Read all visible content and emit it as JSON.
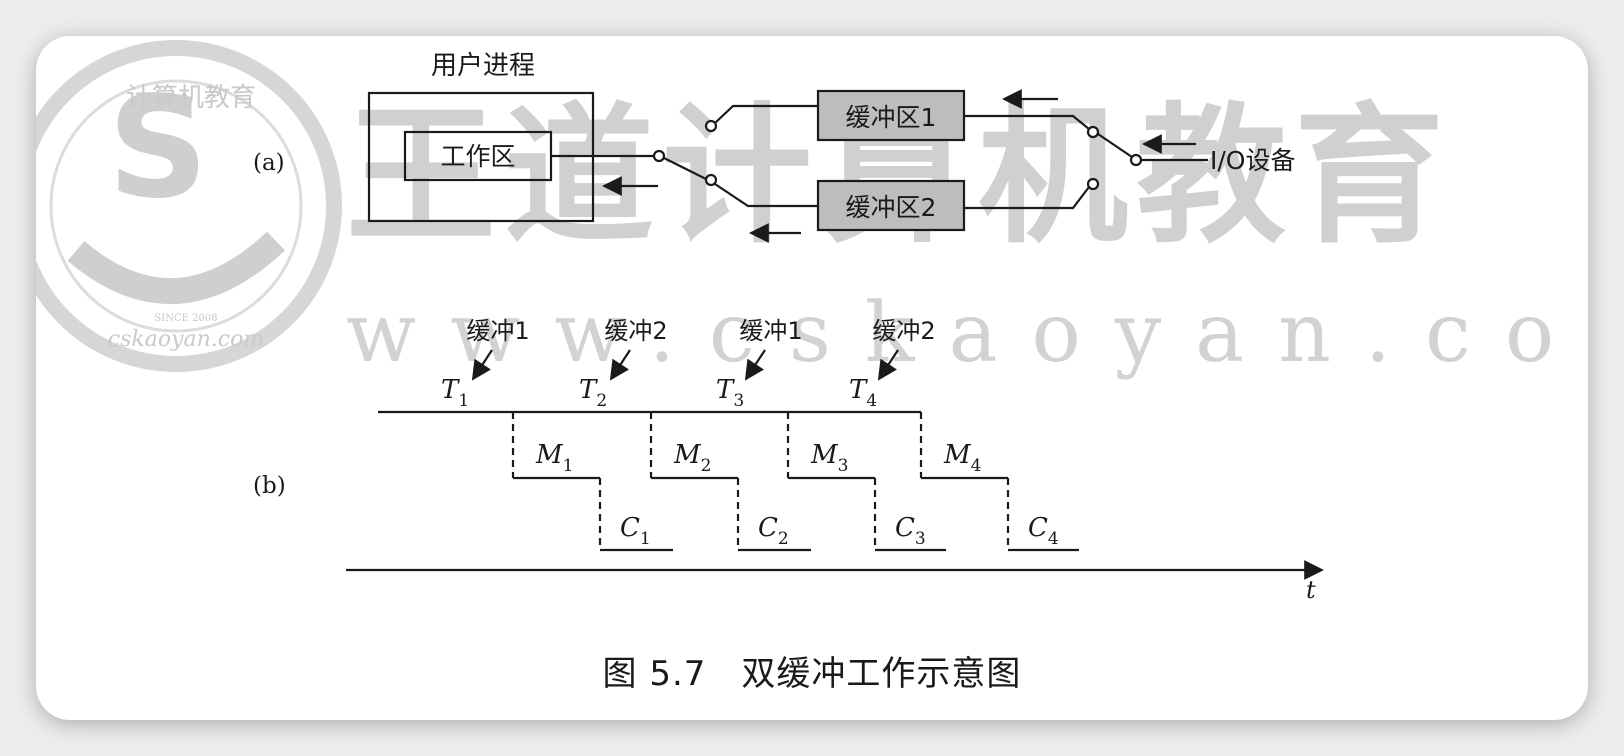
{
  "watermark": {
    "title": "王道计算机教育",
    "url": "www.cskaoyan.com",
    "seal_text": "计算机教育",
    "seal_url": "cskaoyan.com",
    "seal_since": "SINCE 2008"
  },
  "diagram_a": {
    "label": "(a)",
    "user_process_label": "用户进程",
    "work_area_label": "工作区",
    "buffer1_label": "缓冲区1",
    "buffer2_label": "缓冲区2",
    "io_device_label": "I/O设备"
  },
  "diagram_b": {
    "label": "(b)",
    "time_label": "t",
    "buffer_tags": [
      "缓冲1",
      "缓冲2",
      "缓冲1",
      "缓冲2"
    ],
    "t_labels": [
      "T",
      "T",
      "T",
      "T"
    ],
    "m_labels": [
      "M",
      "M",
      "M",
      "M"
    ],
    "c_labels": [
      "C",
      "C",
      "C",
      "C"
    ],
    "subscripts": [
      "1",
      "2",
      "3",
      "4"
    ]
  },
  "caption": "图 5.7　双缓冲工作示意图",
  "colors": {
    "line": "#1a1a1a",
    "buffer_fill": "#bdbdbd",
    "watermark": "#d4d4d4"
  }
}
